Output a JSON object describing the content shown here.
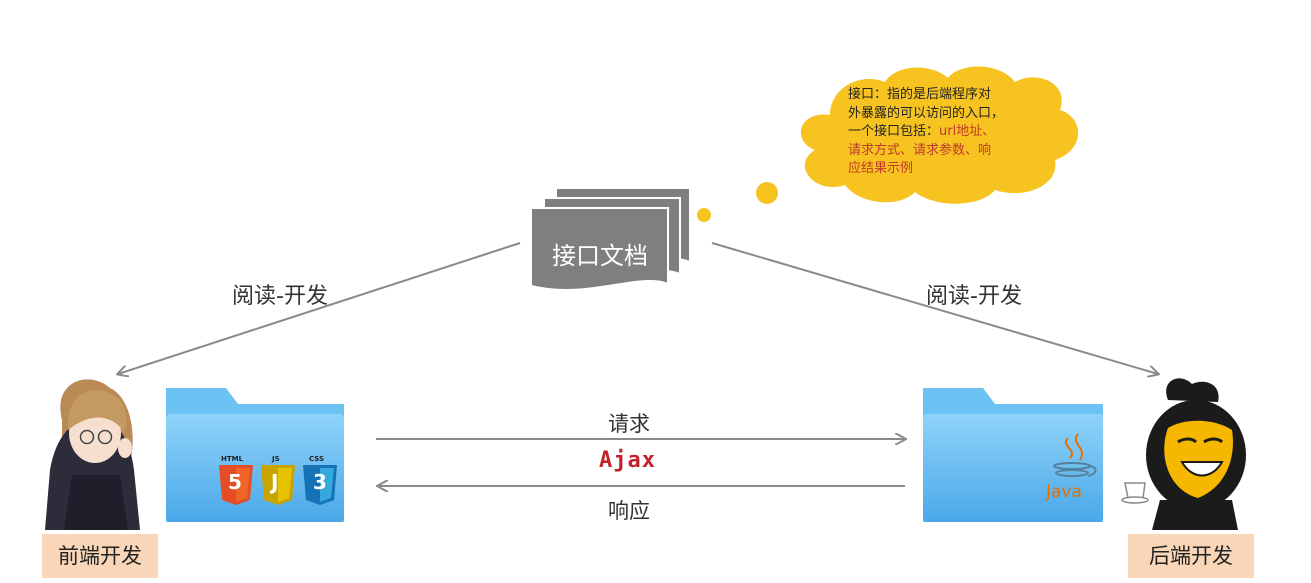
{
  "bubble": {
    "line1": "接口：指的是后端程序对",
    "line2": "外暴露的可以访问的入口，",
    "line3_prefix": "一个接口包括：",
    "line3_red": "url地址、",
    "line4": "请求方式、请求参数、响",
    "line5": "应结果示例"
  },
  "document": {
    "title": "接口文档"
  },
  "arrows": {
    "left_label": "阅读-开发",
    "right_label": "阅读-开发",
    "request_label": "请求",
    "response_label": "响应",
    "ajax_label": "Ajax"
  },
  "frontend": {
    "tag": "前端开发",
    "badges": [
      "HTML",
      "JS",
      "CSS"
    ],
    "badge_glyphs": [
      "5",
      "J",
      "3"
    ]
  },
  "backend": {
    "tag": "后端开发",
    "logo_text": "Java"
  },
  "colors": {
    "bubble": "#f7c321",
    "doc": "#7f7f7f",
    "folder": "#5ab8f0",
    "tag": "#f8d6b7",
    "arrow": "#8a8a8a",
    "ajax": "#c0232b"
  }
}
